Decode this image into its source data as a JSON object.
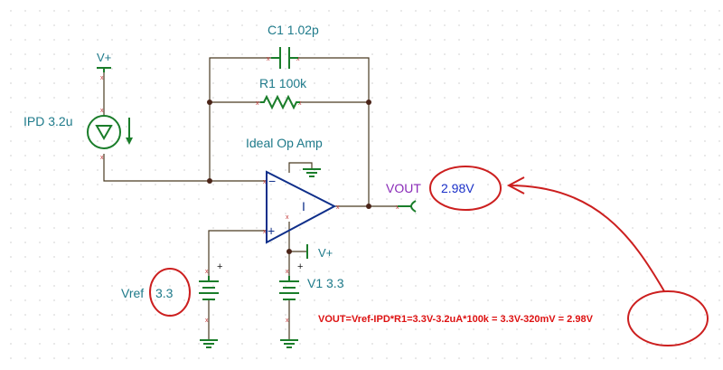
{
  "components": {
    "c1": {
      "label": "C1 1.02p"
    },
    "r1": {
      "label": "R1 100k"
    },
    "ipd": {
      "label": "IPD 3.2u",
      "supply_label": "V+"
    },
    "opamp": {
      "label": "Ideal Op Amp",
      "inverting_sign": "−",
      "noninverting_sign": "+",
      "marker": "I"
    },
    "vref": {
      "label_prefix": "Vref",
      "label_value": "3.3",
      "plus_sign": "+"
    },
    "v1": {
      "label": "V1 3.3",
      "plus_sign": "+",
      "supply_label": "V+"
    }
  },
  "output": {
    "label": "VOUT",
    "value": "2.98V"
  },
  "annotation": {
    "formula": "VOUT=Vref-IPD*R1=3.3V-3.2uA*100k = 3.3V-320mV = 2.98V"
  },
  "colors": {
    "wire": "#4a3b22",
    "component": "#1a7d2a",
    "opamp": "#0f2f8a",
    "annotation": "#cc1f1f",
    "label": "#1e7a8a"
  }
}
